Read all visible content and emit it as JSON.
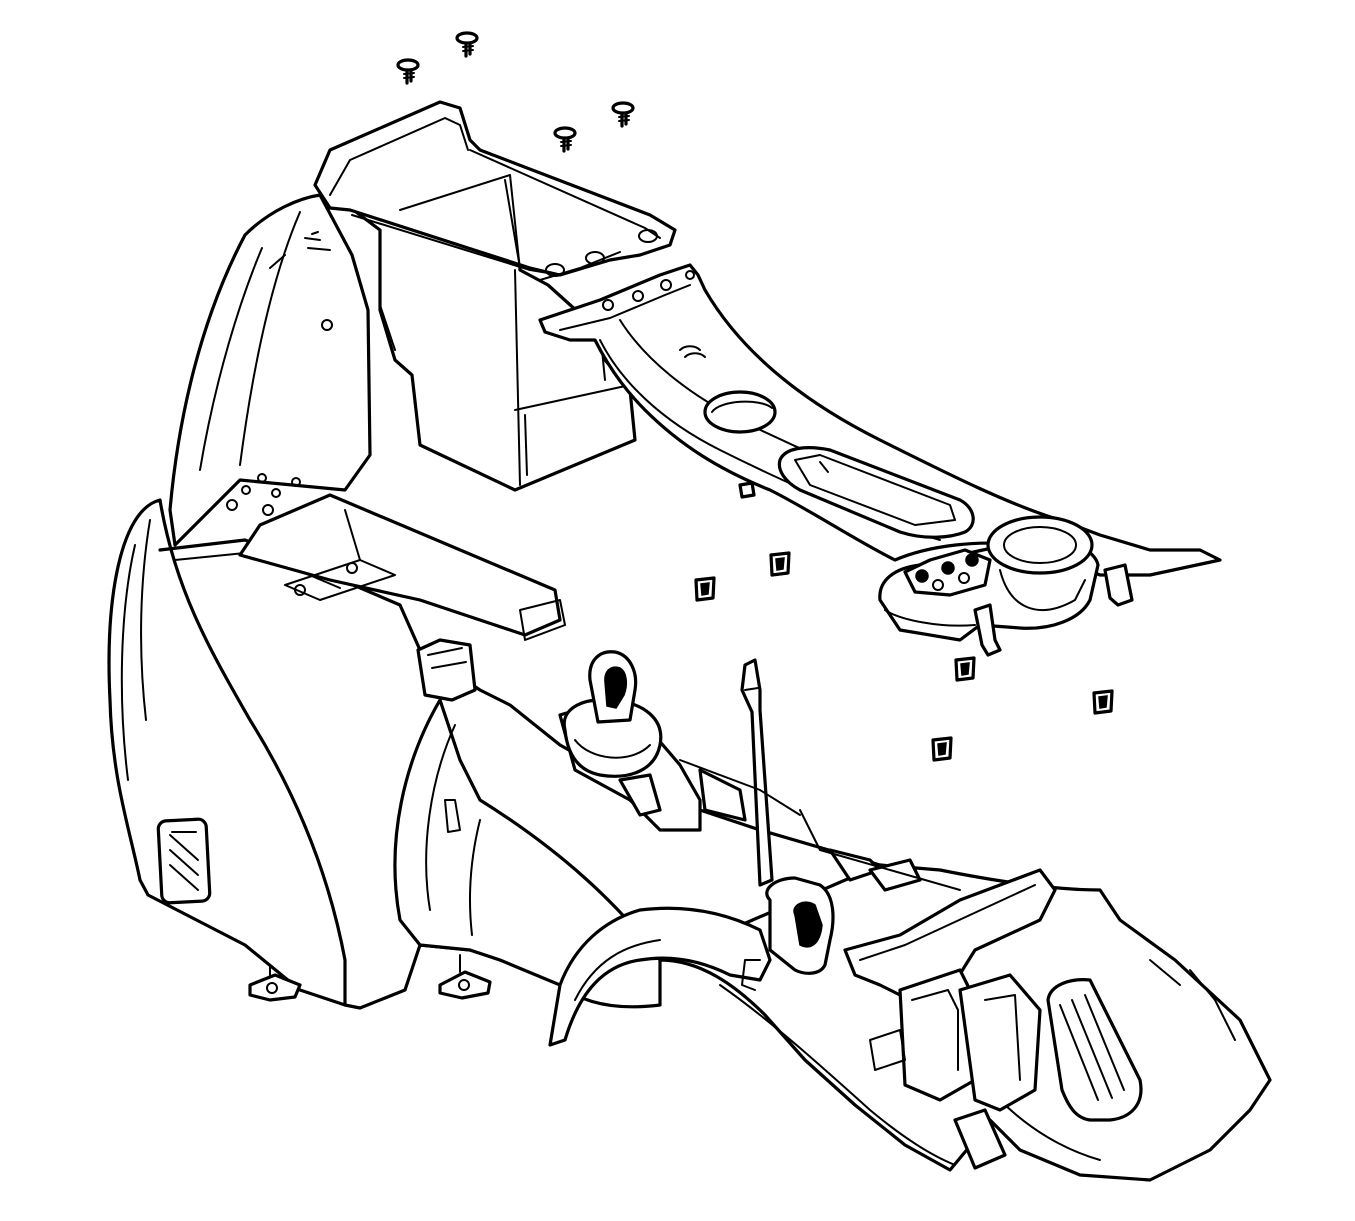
{
  "diagram": {
    "type": "exploded-view line drawing",
    "line_color": "#000000",
    "background": "#ffffff",
    "parts": [
      {
        "id": "console-base",
        "icon": "console-housing-icon"
      },
      {
        "id": "storage-bin",
        "icon": "storage-bin-icon"
      },
      {
        "id": "shifter-trim-plate",
        "icon": "trim-plate-icon"
      },
      {
        "id": "shift-lever",
        "icon": "shift-lever-icon"
      },
      {
        "id": "screws",
        "icon": "screw-icon",
        "count": 4
      },
      {
        "id": "retainer-clips",
        "icon": "clip-icon",
        "count": 5
      }
    ]
  }
}
